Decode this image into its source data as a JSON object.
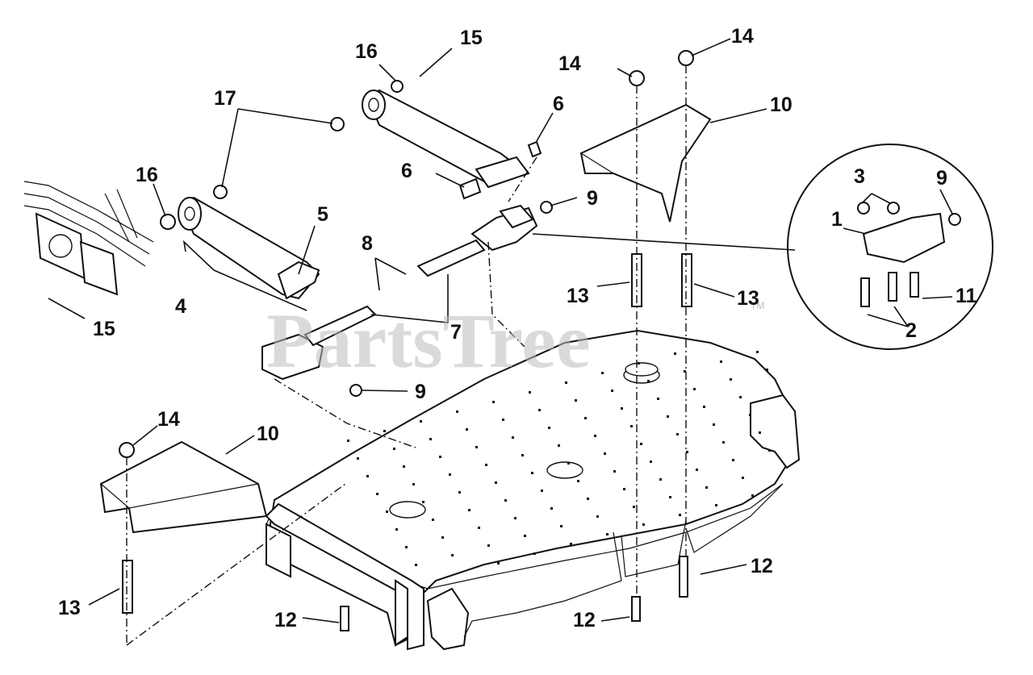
{
  "diagram": {
    "watermark": "PartsTree",
    "trademark": "TM",
    "callouts": [
      {
        "id": "c15a",
        "text": "15"
      },
      {
        "id": "c16a",
        "text": "16"
      },
      {
        "id": "c17",
        "text": "17"
      },
      {
        "id": "c16b",
        "text": "16"
      },
      {
        "id": "c5",
        "text": "5"
      },
      {
        "id": "c4",
        "text": "4"
      },
      {
        "id": "c15b",
        "text": "15"
      },
      {
        "id": "c6a",
        "text": "6"
      },
      {
        "id": "c6b",
        "text": "6"
      },
      {
        "id": "c9a",
        "text": "9"
      },
      {
        "id": "c8",
        "text": "8"
      },
      {
        "id": "c7",
        "text": "7"
      },
      {
        "id": "c9b",
        "text": "9"
      },
      {
        "id": "c14a",
        "text": "14"
      },
      {
        "id": "c14b",
        "text": "14"
      },
      {
        "id": "c10a",
        "text": "10"
      },
      {
        "id": "c13a",
        "text": "13"
      },
      {
        "id": "c13b",
        "text": "13"
      },
      {
        "id": "c3",
        "text": "3"
      },
      {
        "id": "c9c",
        "text": "9"
      },
      {
        "id": "c1",
        "text": "1"
      },
      {
        "id": "c11",
        "text": "11"
      },
      {
        "id": "c2",
        "text": "2"
      },
      {
        "id": "c14c",
        "text": "14"
      },
      {
        "id": "c10b",
        "text": "10"
      },
      {
        "id": "c13c",
        "text": "13"
      },
      {
        "id": "c12a",
        "text": "12"
      },
      {
        "id": "c12b",
        "text": "12"
      },
      {
        "id": "c12c",
        "text": "12"
      }
    ]
  }
}
